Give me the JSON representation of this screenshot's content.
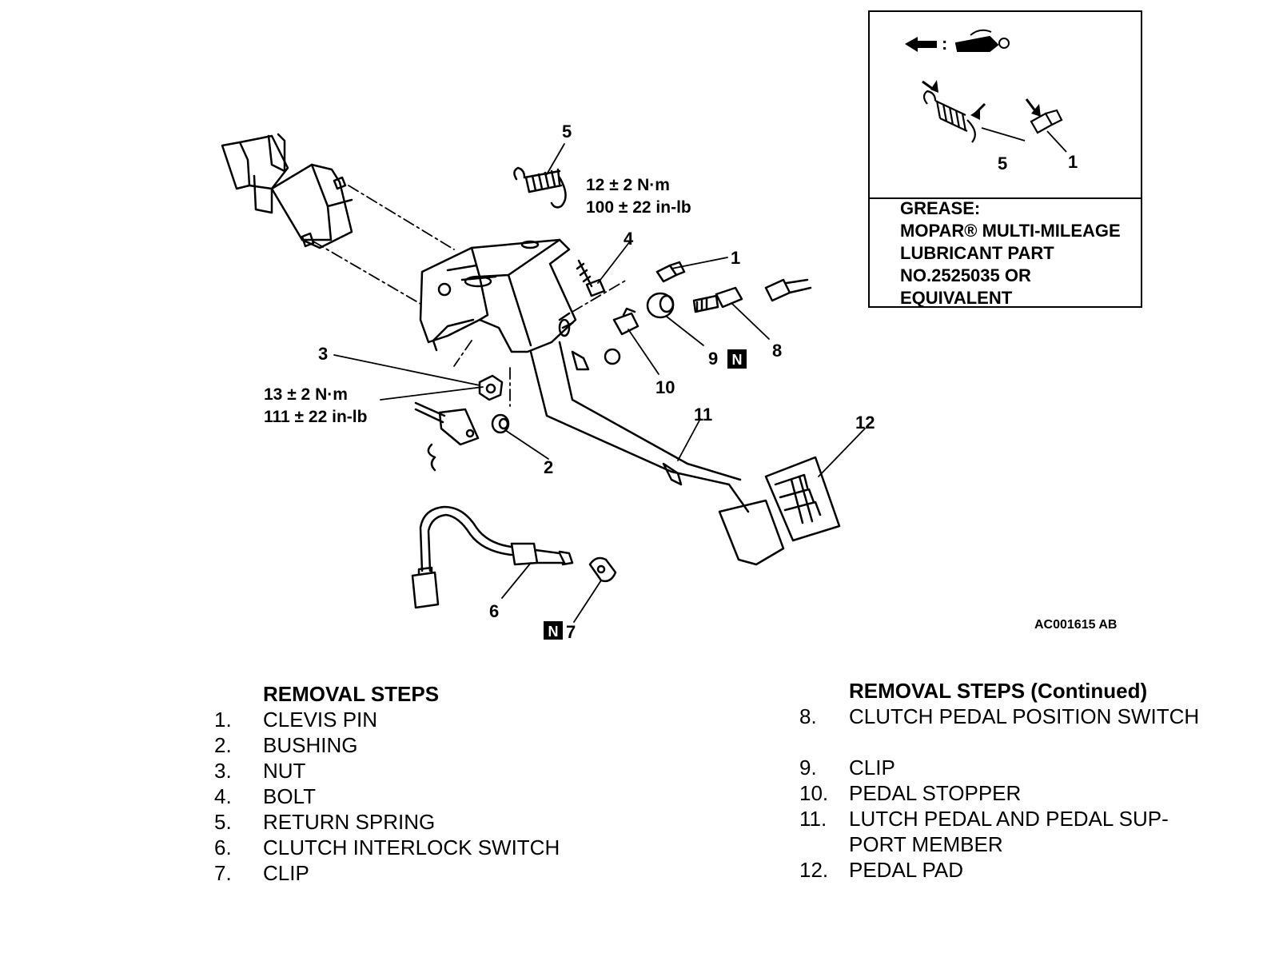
{
  "callouts": {
    "c1": "1",
    "c2": "2",
    "c3": "3",
    "c4": "4",
    "c5": "5",
    "c6": "6",
    "c7": "7",
    "c8": "8",
    "c9": "9",
    "c10": "10",
    "c11": "11",
    "c12": "12"
  },
  "badges": {
    "n9": "N",
    "n7": "N"
  },
  "torque": {
    "bolt_nm": "12 ± 2 N·m",
    "bolt_inlb": "100 ± 22 in-lb",
    "nut_nm": "13 ± 2 N·m",
    "nut_inlb": "111 ± 22 in-lb"
  },
  "figure_code": "AC001615 AB",
  "legend": {
    "symbol_sep": ":",
    "label_5": "5",
    "label_1": "1",
    "grease_lines": [
      "GREASE:",
      "MOPAR® MULTI-MILEAGE",
      "LUBRICANT PART",
      "NO.2525035 OR",
      "EQUIVALENT"
    ]
  },
  "removal_steps": {
    "heading": "REMOVAL STEPS",
    "items": [
      {
        "num": "1.",
        "text": "CLEVIS PIN"
      },
      {
        "num": "2.",
        "text": "BUSHING"
      },
      {
        "num": "3.",
        "text": "NUT"
      },
      {
        "num": "4.",
        "text": "BOLT"
      },
      {
        "num": "5.",
        "text": "RETURN SPRING"
      },
      {
        "num": "6.",
        "text": "CLUTCH INTERLOCK SWITCH"
      },
      {
        "num": "7.",
        "text": "CLIP"
      }
    ]
  },
  "removal_steps_continued": {
    "heading": "REMOVAL STEPS (Continued)",
    "items": [
      {
        "num": "8.",
        "text": "CLUTCH PEDAL POSITION SWITCH"
      },
      {
        "num": "9.",
        "text": "CLIP"
      },
      {
        "num": "10.",
        "text": "PEDAL STOPPER"
      },
      {
        "num": "11.",
        "text": "LUTCH PEDAL AND PEDAL SUP-PORT MEMBER"
      },
      {
        "num": "12.",
        "text": "PEDAL PAD"
      }
    ]
  }
}
